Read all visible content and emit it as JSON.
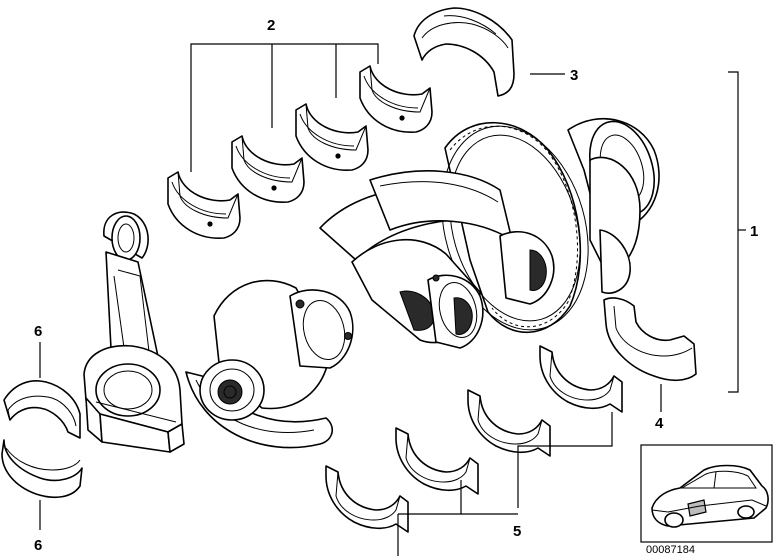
{
  "callouts": {
    "c1": "1",
    "c2": "2",
    "c3": "3",
    "c4": "4",
    "c5": "5",
    "c6_top": "6",
    "c6_bottom": "6"
  },
  "reference_code": "00087184",
  "icons": {
    "crankshaft": "crankshaft-icon",
    "conrod": "connecting-rod-icon",
    "bearing_shell": "bearing-shell-icon",
    "car": "car-thumbnail-icon"
  },
  "colors": {
    "line": "#000000",
    "background": "#ffffff",
    "shade": "#2a2a2a"
  }
}
